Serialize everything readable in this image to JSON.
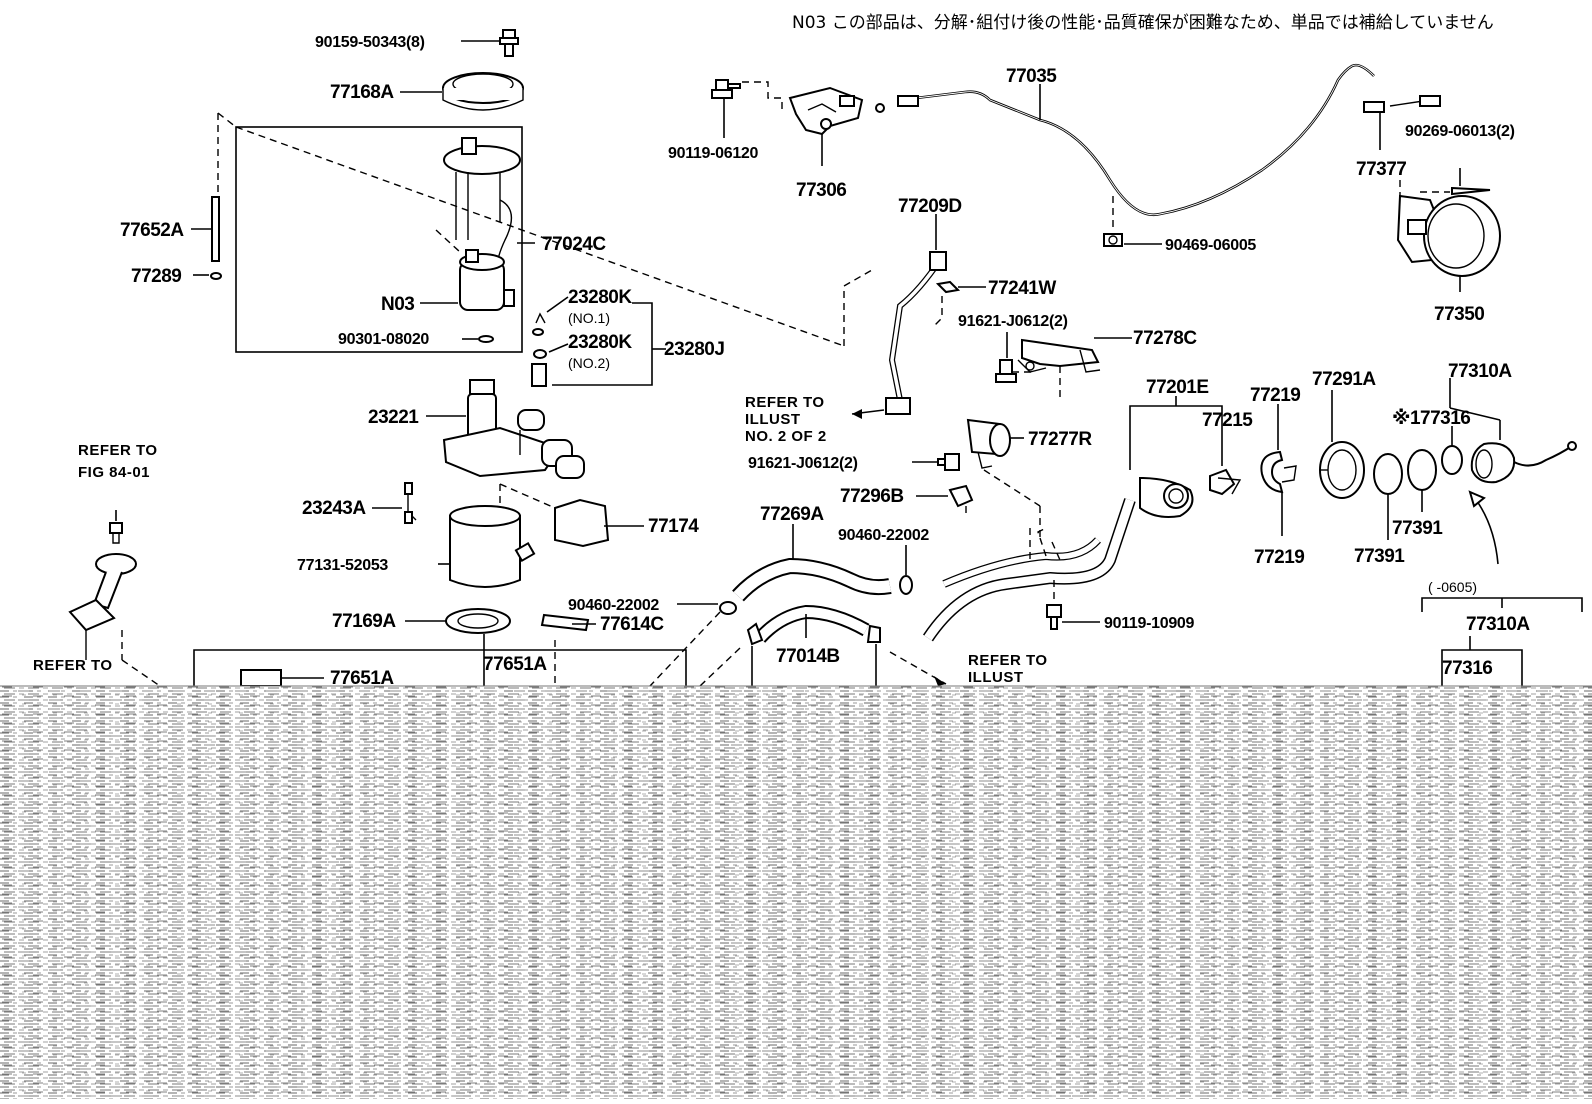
{
  "note": "N03 この部品は、分解･組付け後の性能･品質確保が困難なため、単品では補給していません",
  "labels": {
    "p90159": "90159-50343(8)",
    "p77168A": "77168A",
    "p77652A": "77652A",
    "p77289": "77289",
    "p77024C": "77024C",
    "pN03": "N03",
    "p90301": "90301-08020",
    "p23280K_1": "23280K",
    "no1": "(NO.1)",
    "p23280K_2": "23280K",
    "no2": "(NO.2)",
    "p23280J": "23280J",
    "p23221": "23221",
    "p23243A": "23243A",
    "p77174": "77174",
    "p77131": "77131-52053",
    "p77169A": "77169A",
    "p77614C": "77614C",
    "p77651A_1": "77651A",
    "p77651A_2": "77651A",
    "p90119_06120": "90119-06120",
    "p77306": "77306",
    "p77035": "77035",
    "p77377": "77377",
    "p90269": "90269-06013(2)",
    "p90469": "90469-06005",
    "p77350": "77350",
    "p77209D": "77209D",
    "p77241W": "77241W",
    "p91621_1": "91621-J0612(2)",
    "p77278C": "77278C",
    "p77201E": "77201E",
    "p77219_1": "77219",
    "p77291A": "77291A",
    "p77310A_1": "77310A",
    "p77215": "77215",
    "p77316_1": "※177316",
    "p77277R": "77277R",
    "p91621_2": "91621-J0612(2)",
    "p77296B": "77296B",
    "p77269A": "77269A",
    "p90460_1": "90460-22002",
    "p90460_2": "90460-22002",
    "p77219_2": "77219",
    "p77391_1": "77391",
    "p77391_2": "77391",
    "p90119_10909": "90119-10909",
    "p77014B": "77014B",
    "date": "(        -0605)",
    "p77310A_2": "77310A",
    "p77316_2": "77316"
  },
  "refs": {
    "fig84_1": "REFER TO",
    "fig84_2": "FIG 84-01",
    "illust_1": "REFER TO",
    "illust_2": "ILLUST",
    "illust_3": "NO. 2 OF 2",
    "refer_bl": "REFER TO",
    "refer_bm_1": "REFER TO",
    "refer_bm_2": "ILLUST"
  }
}
